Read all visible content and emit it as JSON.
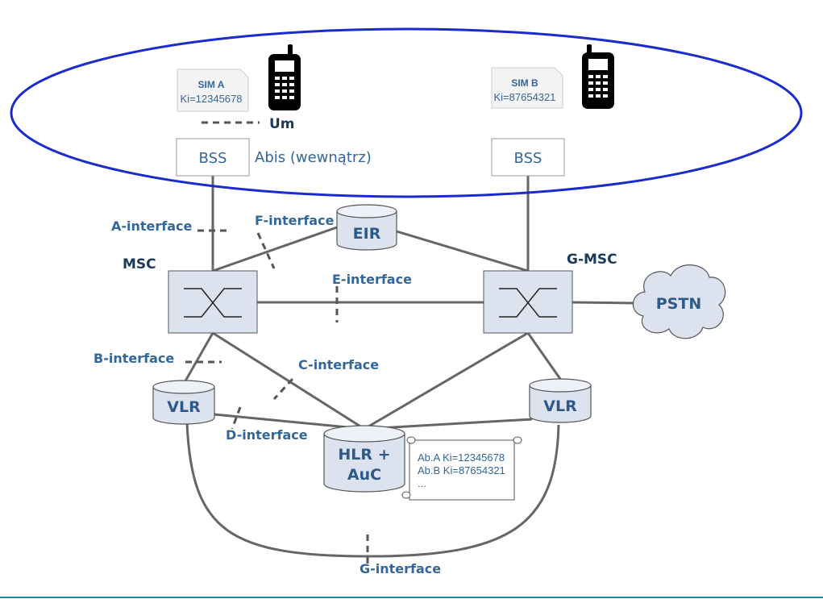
{
  "sims": [
    {
      "title": "SIM A",
      "ki": "Ki=12345678"
    },
    {
      "title": "SIM B",
      "ki": "Ki=87654321"
    }
  ],
  "interfaces": {
    "um": "Um",
    "abis": "Abis (wewnątrz)",
    "a": "A-interface",
    "f": "F-interface",
    "e": "E-interface",
    "b": "B-interface",
    "c": "C-interface",
    "d": "D-interface",
    "g": "G-interface"
  },
  "nodes": {
    "bss_left": "BSS",
    "bss_right": "BSS",
    "eir": "EIR",
    "msc": "MSC",
    "gmsc": "G-MSC",
    "pstn": "PSTN",
    "vlr_left": "VLR",
    "vlr_right": "VLR",
    "hlr_line1": "HLR +",
    "hlr_line2": "AuC"
  },
  "auc_table": {
    "rows": [
      "Ab.A  Ki=12345678",
      "Ab.B  Ki=87654321",
      "..."
    ]
  },
  "colors": {
    "ellipse": "#1a2ccc",
    "label": "#336699",
    "node_fill": "#dde3ee",
    "link": "#666666"
  },
  "icons": [
    "mobile-phone-icon",
    "sim-card-icon",
    "switch-icon",
    "cloud-icon",
    "database-icon",
    "scroll-icon"
  ]
}
